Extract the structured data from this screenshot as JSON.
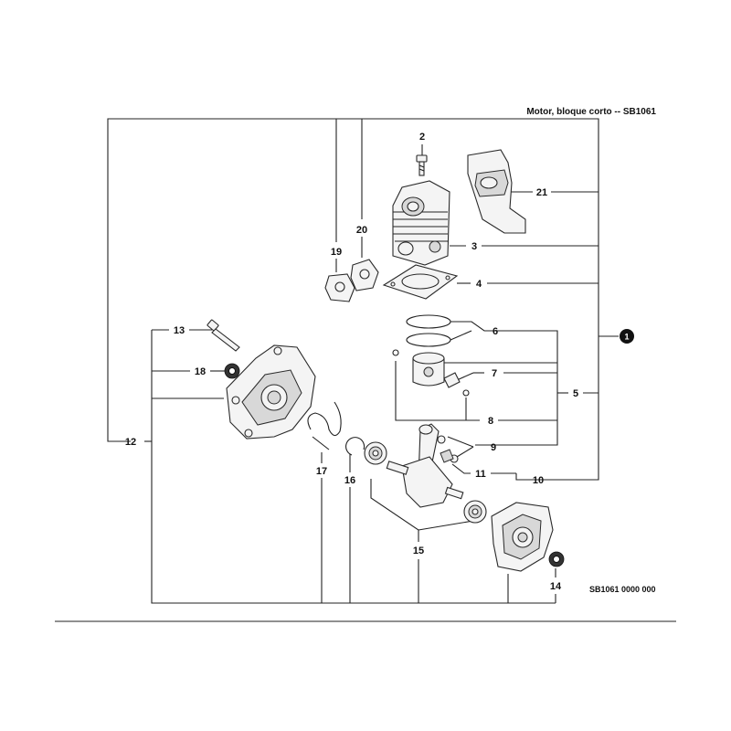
{
  "header": {
    "title": "Motor, bloque corto -- SB1061"
  },
  "reference_code": "SB1061 0000 000",
  "assembly_badge": "1",
  "callouts": {
    "c2": "2",
    "c3": "3",
    "c4": "4",
    "c5": "5",
    "c6": "6",
    "c7": "7",
    "c8": "8",
    "c9": "9",
    "c10": "10",
    "c11": "11",
    "c12": "12",
    "c13": "13",
    "c14": "14",
    "c15": "15",
    "c16": "16",
    "c17": "17",
    "c18": "18",
    "c19": "19",
    "c20": "20",
    "c21": "21"
  }
}
